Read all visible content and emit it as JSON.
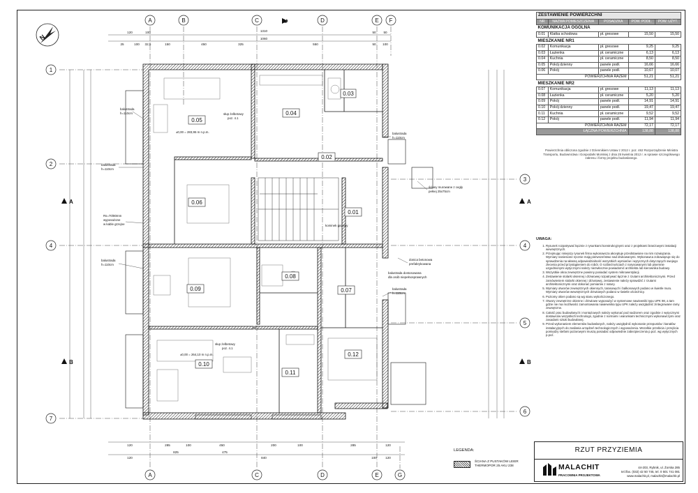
{
  "sheet_title": "RZUT PRZYZIEMIA",
  "schedule": {
    "title": "ZESTAWIENIE POWIERZCHNI",
    "headers": [
      "NR",
      "NAZWA POMIESZCZENIA",
      "POSADZKA",
      "POW. PODŁ.",
      "POW. UŻYT."
    ],
    "sections": [
      {
        "name": "KOMUNIKACJA OGÓLNA",
        "rows": [
          [
            "0.01",
            "Klatka schodowa",
            "pł. gresowe",
            "15,50",
            "15,50"
          ]
        ]
      },
      {
        "name": "MIESZKANIE NR1",
        "rows": [
          [
            "0.02",
            "Komunikacja",
            "pł. gresowe",
            "9,25",
            "9,25"
          ],
          [
            "0.03",
            "Łazienka",
            "pł. ceramiczne",
            "6,13",
            "6,13"
          ],
          [
            "0.04",
            "Kuchnia",
            "pł. ceramiczne",
            "8,50",
            "8,50"
          ],
          [
            "0.05",
            "Pokój dzienny",
            "panele podł.",
            "16,66",
            "16,66"
          ],
          [
            "0.06",
            "Pokój",
            "panele podł.",
            "10,67",
            "10,07"
          ]
        ],
        "sum_label": "POWIERZCHNIA RAZEM",
        "sum_values": [
          "51,21",
          "51,21"
        ]
      },
      {
        "name": "MIESZKANIE NR2",
        "rows": [
          [
            "0.07",
            "Komunikacja",
            "pł. gresowe",
            "11,13",
            "11,13"
          ],
          [
            "0.08",
            "Łazienka",
            "pł. ceramiczne",
            "5,20",
            "5,20"
          ],
          [
            "0.09",
            "Pokój",
            "panele podł.",
            "14,91",
            "14,91"
          ],
          [
            "0.10",
            "Pokój dzienny",
            "panele podł.",
            "19,47",
            "19,47"
          ],
          [
            "0.11",
            "Kuchnia",
            "pł. ceramiczne",
            "9,52",
            "9,52"
          ],
          [
            "0.12",
            "Pokój",
            "panele podł.",
            "11,94",
            "11,94"
          ]
        ],
        "sum_label": "POWIERZCHNIA RAZEM",
        "sum_values": [
          "72,17",
          "72,17"
        ]
      }
    ],
    "total_label": "ŁĄCZNA POWIERZCHNIA",
    "total_values": [
      "138,88",
      "138,88"
    ]
  },
  "law_note": "Powierzchnia obliczona zgodnie z Dziennikiem Ustaw z 2012 r. poz. 462 Rozporządzenie Ministra Transportu, Budownictwa i Gospodarki Morskiej z dnia 25 kwietnia 2012 r. w sprawie szczegółowego zakresu i formy projektu budowlanego.",
  "notes": {
    "title": "UWAGA:",
    "items": [
      "Rysunek rozpatrywać łącznie z rysunkami konstrukcyjnymi oraz z projektami branżowymi instalacji wewnętrznych.",
      "Przejmując niniejszy rysunek firma wykonawcza akceptuje przedstawione na nim rozwiązania. Wymiary naniesione ręcznie mają pierwszeństwo nad drukowanymi. Wykonawca zobowiązuje się do sprawdzenia na własną odpowiedzialność wszystkich wymiarów i wytycznych dotyczących swojego zlecenia przed przystąpieniem do robót. O rozbieżnościach z narysowanymi lub pisemnie uzgodnionymi wytycznymi należy niezwłocznie powiadomić architekta lub kierownika budowy.",
      "Wszystkie okna zewnętrzne powinny posiadać system mikrowentylacji.",
      "Zestawienie stolarki okiennej i drzwiowej rozpatrywać łącznie z rzutami architektonicznymi. Przed zamówieniem stolarki okiennej i drzwiowej, zestawienie należy sprawdzić z rzutami architektonicznymi oraz dokonać pomiarów z natury.",
      "Wymiary otworów zewnętrznych okiennych, tarasowych i balkonowych podano w świetle muru. Wymiary otworów wewnętrznych drzwiowych podano w świetle ościeżnicy.",
      "Poziomy okien podano są wg stanu wykończonego.",
      "Otwory zewnętrzne okienne i drzwiowe wyposażyć w systemowe nawiewniki typu UPK 98, a tam gdzie nie ma możliwości zamontowania nawiewnika typu UPK należy uwzględnić zintegrowane ramy zewnętrzne.",
      "Całość prac budowlanych i montażowych należy wykonać pod nadzorem oraz zgodnie z wytycznymi dostawców wszystkich technologii, zgodnie z normami i warunkami technicznymi wykonawczymi oraz zasadami sztuki budowlanej.",
      "Przed wykonaniem elementów budowlanych, należy uwzględnić wykonanie przepustów i kanałów instalacyjnych do zasilania urządzeń technologicznych i wyposażenia. Wszelkie przebicia i przejścia pomiędzy stefami pożarowymi muszą posiadać odpowiednie zabezpieczenia p.poż. wg wytycznych p.poż."
    ]
  },
  "legend": {
    "title": "LEGENDA:",
    "wall_label_1": "ŚCIANA Z PUSTAKÓW LEIER",
    "wall_label_2": "THERMOPOR 25 AKU 238"
  },
  "company": {
    "name": "MALACHIT",
    "subtitle": "PRACOWNIA PROJEKTOWA",
    "address_1": "44-203, Rybnik, ul. Żorska 285",
    "address_2": "tel./fax. (032) 42 50 745, tel. 0 501 741 081",
    "address_3": "www.malachit.pl, malachit@malachit.pl"
  },
  "grid": {
    "top_letters": [
      "A",
      "B",
      "C",
      "D",
      "E",
      "F"
    ],
    "bottom_letters": [
      "A",
      "C",
      "D",
      "E",
      "G"
    ],
    "left_numbers": [
      "1",
      "2",
      "4",
      "7"
    ],
    "right_numbers": [
      "3",
      "4",
      "5",
      "6"
    ]
  },
  "sections": {
    "a": "A",
    "b": "B",
    "c": "C"
  },
  "rooms": {
    "r005": "0.05",
    "r004": "0.04",
    "r003": "0.03",
    "r002": "0.02",
    "r001": "0.01",
    "r006": "0.06",
    "r007": "0.07",
    "r008": "0.08",
    "r009": "0.09",
    "r010": "0.10",
    "r011": "0.11",
    "r012": "0.12"
  },
  "annotations": {
    "level_1": "±0,00 = 283,95 m n.p.m.",
    "level_2": "±0,00 = 264,10 m n.p.m.",
    "column_1": "słup żelbetowy",
    "column_1b": "poz. 4.1",
    "column_2": "słup żelbetowy",
    "column_2b": "poz. 4.1",
    "balustrade_1": "balustrada",
    "balustrade_1b": "h=110cm",
    "balustrade_2": "balustrada",
    "balustrade_2b": "h=110cm",
    "balustrade_3": "balustrada",
    "balustrade_3b": "h=110cm",
    "balustrade_4": "balustrada",
    "balustrade_4b": "h=110cm",
    "balustrade_5": "balustrada",
    "balustrade_5b": "h=110cm",
    "wall_note_1": "ściany murowane z cegły",
    "wall_note_1b": "pełnej 25x75cm",
    "roof_note": "donica betonowa",
    "roof_note_b": "prefabrykowana",
    "disabled_note": "balustrada dostosowana",
    "disabled_note_b": "dla osób niepełnosprawnych",
    "ramp_note": "Rs=70/80mm",
    "ramp_note_b": "wyposażone",
    "ramp_note_c": "w kable grzejne",
    "chimney": "kominek gazowy"
  },
  "dims_top_1": [
    "120",
    "100",
    "1310",
    "50",
    "50"
  ],
  "dims_top_2": [
    "25",
    "100",
    "32,5",
    "150",
    "450",
    "325",
    "1060",
    "550",
    "50",
    "100"
  ],
  "dims_bottom_1": [
    "120",
    "285",
    "100",
    "450",
    "200",
    "100",
    "285",
    "120"
  ],
  "dims_bottom_2": [
    "120",
    "825",
    "475",
    "840",
    "100",
    "120"
  ]
}
